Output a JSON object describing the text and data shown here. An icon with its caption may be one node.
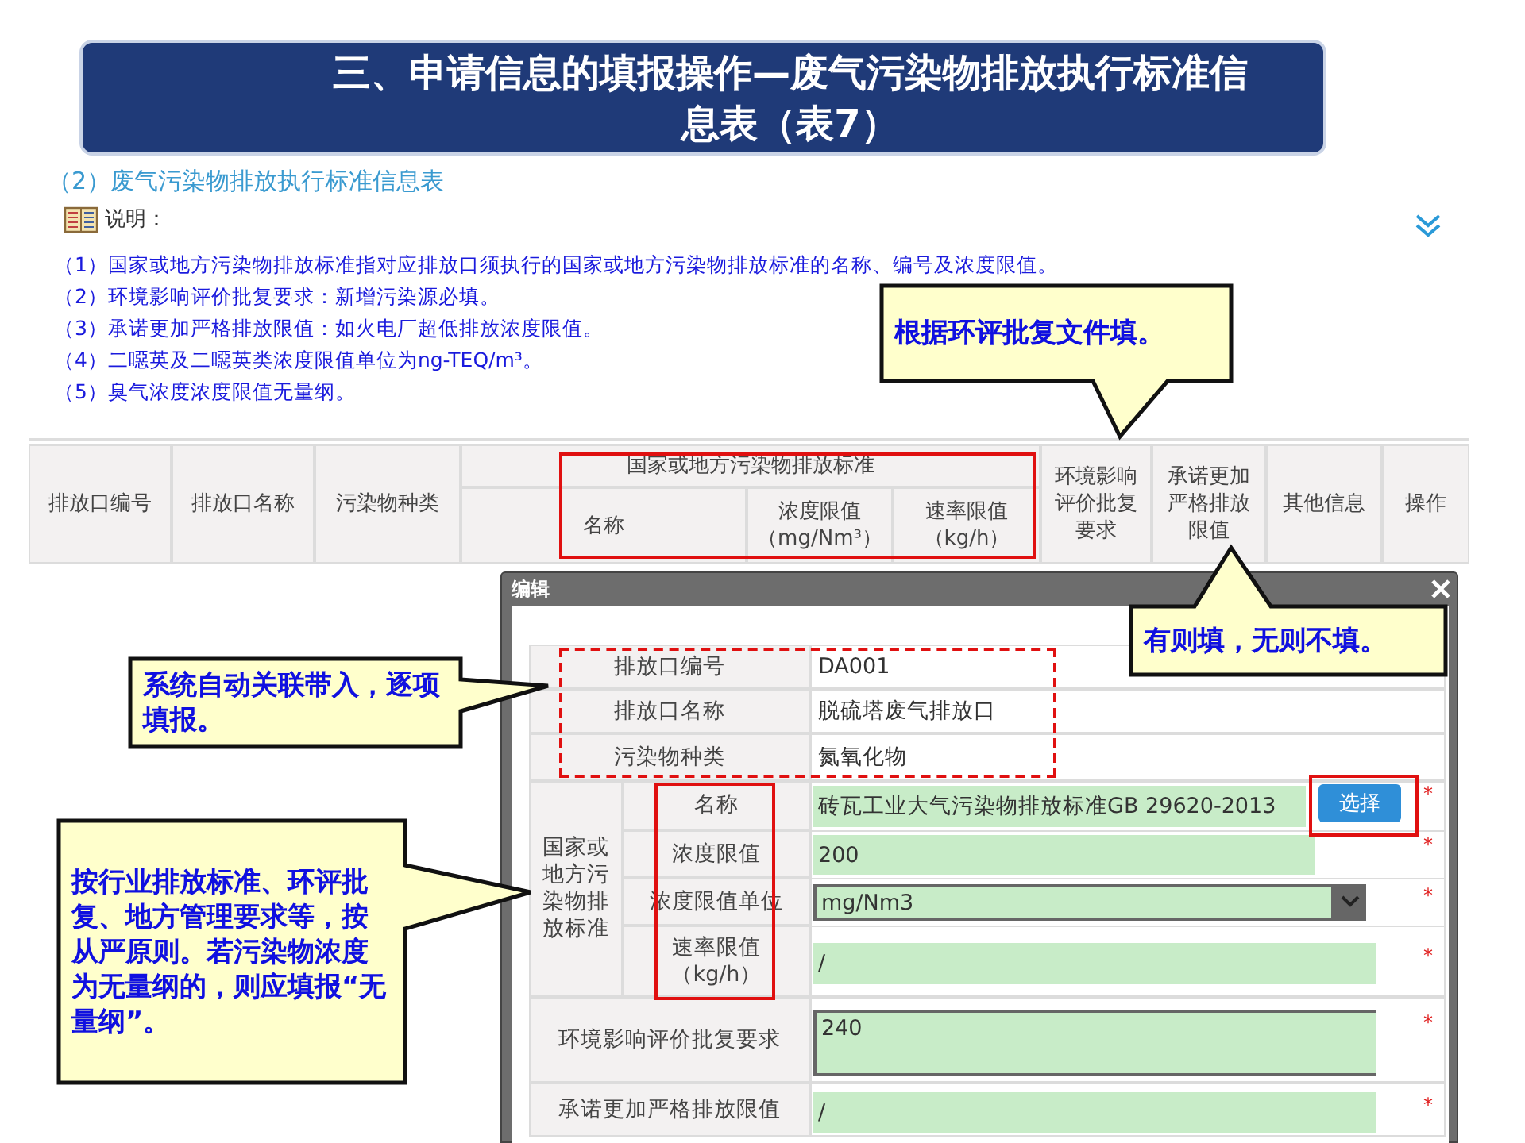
{
  "diagram": {
    "title": "三、申请信息的填报操作—废气污染物排放执行标准信息表（表7）",
    "nodes": [
      {
        "text": [
          "根据环评批复文件填。"
        ]
      },
      {
        "text": [
          "有则填，无则不填。"
        ]
      },
      {
        "text": [
          "系统自动关联带入，逐项填报。"
        ]
      },
      {
        "text": [
          "按行业排放标准、环评批复、地方管理要求等，按从严原则。若污染物浓度为无量纲的，则应填报“无量纲”。"
        ]
      }
    ],
    "labels": [
      "（2）废气污染物排放执行标准信息表",
      "说明：",
      "（1）国家或地方污染物排放标准指对应排放口须执行的国家或地方污染物排放标准的名称、编号及浓度限值。",
      "（2）环境影响评价批复要求：新增污染源必填。",
      "（3）承诺更加严格排放限值：如火电厂超低排放浓度限值。",
      "（4）二噁英及二噁英类浓度限值单位为ng-TEQ/m³。",
      "（5）臭气浓度浓度限值无量纲。",
      "排放口编号",
      "排放口名称",
      "污染物种类",
      "国家或地方污染物排放标准",
      "环境影响评价批复要求",
      "承诺更加严格排放限值",
      "其他信息",
      "操作",
      "名称",
      "浓度限值（mg/Nm³）",
      "速率限值（kg/h）",
      "编辑",
      "排放口编号",
      "DA001",
      "排放口名称",
      "脱硫塔废气排放口",
      "污染物种类",
      "氮氧化物",
      "国家或地方污染物排放标准",
      "名称",
      "砖瓦工业大气污染物排放标准GB 29620-2013",
      "选择",
      "*",
      "浓度限值",
      "200",
      "*",
      "浓度限值单位",
      "mg/Nm3",
      "*",
      "速率限值（kg/h）",
      "/",
      "*",
      "环境影响评价批复要求",
      "240",
      "*",
      "承诺更加严格排放限值",
      "/",
      "*"
    ]
  }
}
